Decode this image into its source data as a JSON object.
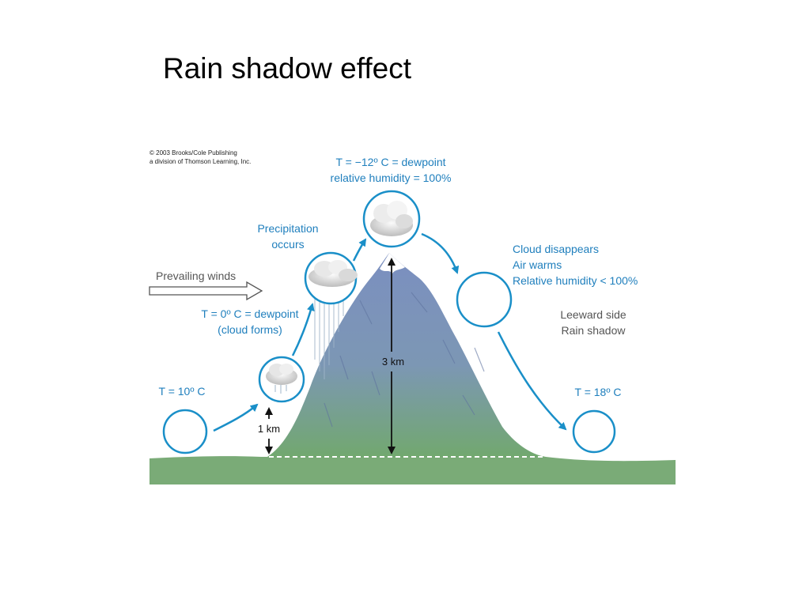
{
  "slide": {
    "title": "Rain shadow effect"
  },
  "credit": {
    "line1": "© 2003 Brooks/Cole Publishing",
    "line2": "a division of Thomson Learning, Inc."
  },
  "labels": {
    "summit_temp": "T = −12º C = dewpoint",
    "summit_humidity": "relative humidity = 100%",
    "precip_1": "Precipitation",
    "precip_2": "occurs",
    "winds": "Prevailing winds",
    "cloud_forms_temp": "T = 0º C = dewpoint",
    "cloud_forms": "(cloud forms)",
    "start_temp": "T = 10º C",
    "height_low": "1 km",
    "height_mountain": "3 km",
    "disappear_1": "Cloud disappears",
    "disappear_2": "Air warms",
    "disappear_3": "Relative humidity < 100%",
    "leeward_1": "Leeward side",
    "leeward_2": "Rain shadow",
    "end_temp": "T = 18º C"
  },
  "colors": {
    "accent": "#1a8fc8",
    "mountain_top": "#7c92bf",
    "mountain_bottom": "#74a872",
    "ground": "#7aab77",
    "label_blue": "#1f7fbd",
    "label_gray": "#555555"
  }
}
